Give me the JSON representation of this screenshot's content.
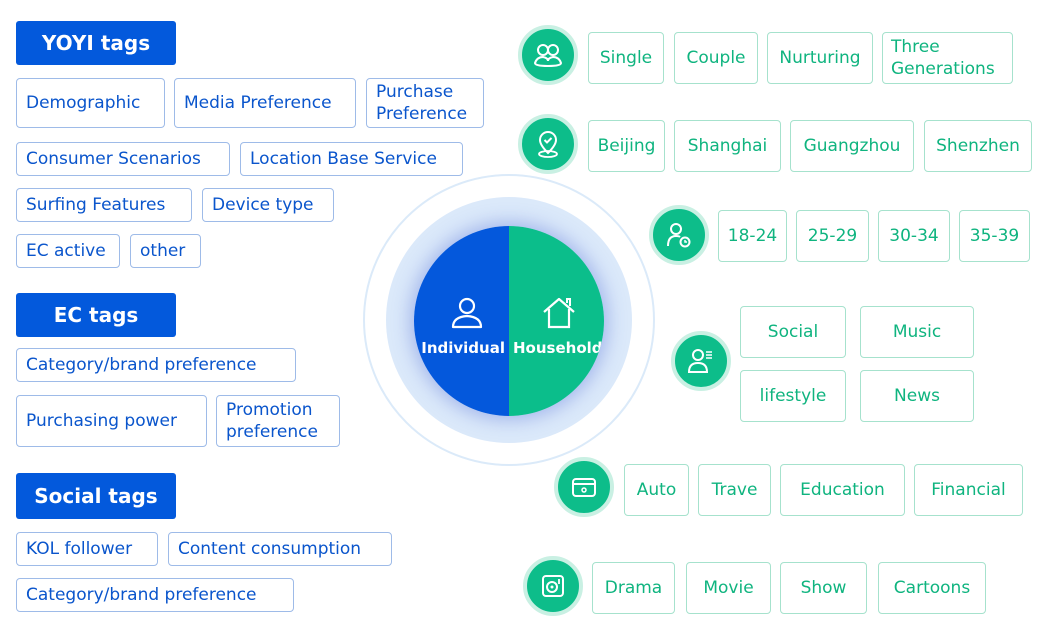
{
  "left": {
    "yoyi": {
      "title": "YOYI tags",
      "tags": [
        "Demographic",
        "Media Preference",
        "Purchase Preference",
        "Consumer Scenarios",
        "Location Base Service",
        "Surfing Features",
        "Device type",
        "EC active",
        "other"
      ]
    },
    "ec": {
      "title": "EC tags",
      "tags": [
        "Category/brand preference",
        "Purchasing power",
        "Promotion preference"
      ]
    },
    "social": {
      "title": "Social tags",
      "tags": [
        "KOL follower",
        "Content consumption",
        "Category/brand preference"
      ]
    }
  },
  "center": {
    "individual": {
      "label": "Individual",
      "icon": "person-icon"
    },
    "household": {
      "label": "Household",
      "icon": "house-icon"
    },
    "colors": {
      "individual": "#0458dc",
      "household": "#0bbe8b"
    }
  },
  "right": {
    "household_type": {
      "icon": "family-icon",
      "tags": [
        "Single",
        "Couple",
        "Nurturing",
        "Three Generations"
      ]
    },
    "location": {
      "icon": "location-pin-icon",
      "tags": [
        "Beijing",
        "Shanghai",
        "Guangzhou",
        "Shenzhen"
      ]
    },
    "age": {
      "icon": "user-clock-icon",
      "tags": [
        "18-24",
        "25-29",
        "30-34",
        "35-39"
      ]
    },
    "interest": {
      "icon": "user-profile-icon",
      "tags": [
        "Social",
        "Music",
        "lifestyle",
        "News"
      ]
    },
    "consumption": {
      "icon": "card-icon",
      "tags": [
        "Auto",
        "Trave",
        "Education",
        "Financial"
      ]
    },
    "entertainment": {
      "icon": "record-player-icon",
      "tags": [
        "Drama",
        "Movie",
        "Show",
        "Cartoons"
      ]
    }
  }
}
